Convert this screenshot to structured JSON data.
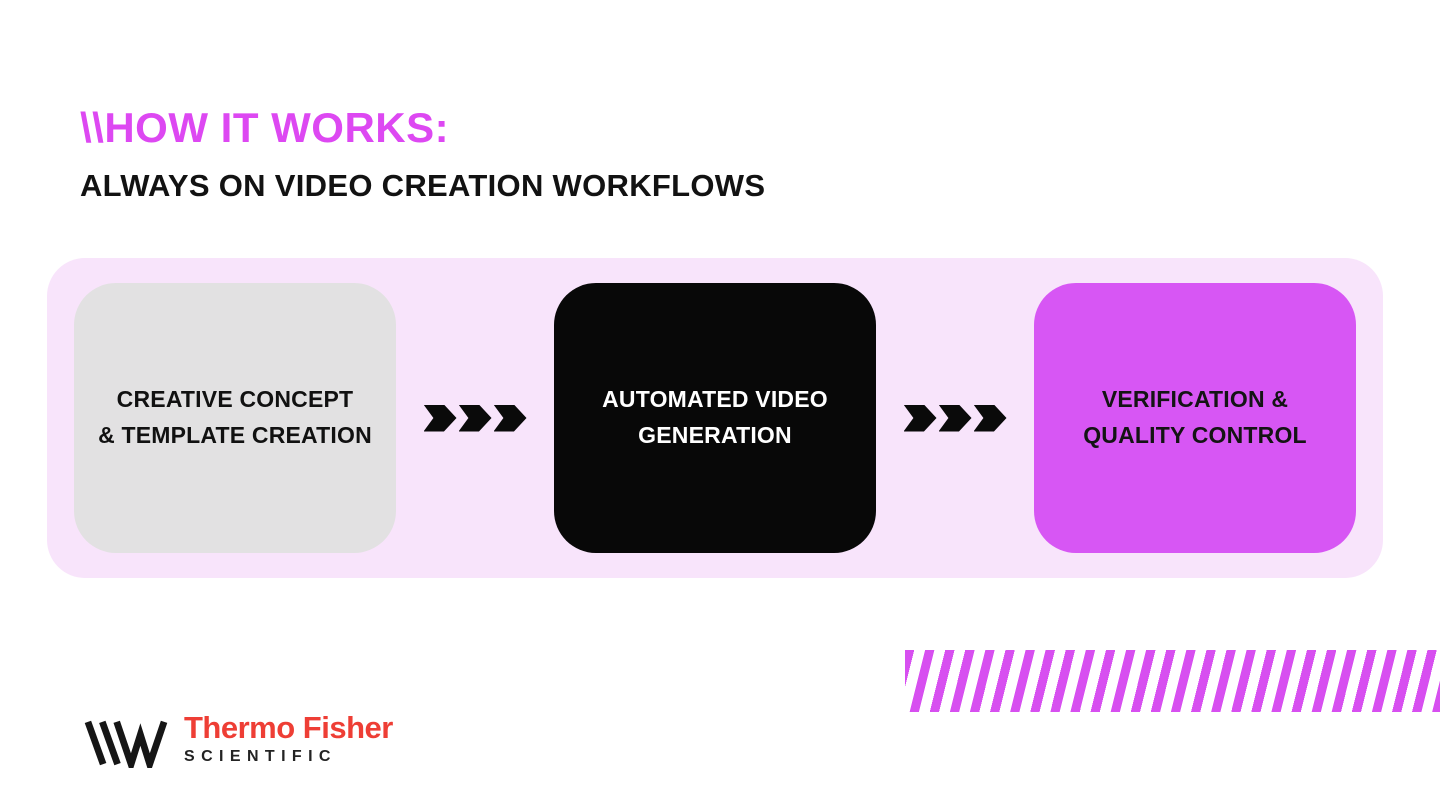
{
  "slide": {
    "title": "\\\\HOW IT WORKS:",
    "title_color": "#DD48F2",
    "subtitle": "ALWAYS ON VIDEO CREATION WORKFLOWS",
    "subtitle_color": "#121212"
  },
  "workflow": {
    "container_color": "#F8E4FB",
    "arrow_color": "#0A0A0A",
    "arrow_icon": "triple-chevron-right",
    "steps": [
      {
        "line1": "CREATIVE CONCEPT",
        "line2": "& TEMPLATE CREATION",
        "bg_color": "#E2E1E2",
        "text_color": "#111111"
      },
      {
        "line1": "AUTOMATED VIDEO",
        "line2": "GENERATION",
        "bg_color": "#080808",
        "text_color": "#FFFFFF"
      },
      {
        "line1": "VERIFICATION &",
        "line2": "QUALITY CONTROL",
        "bg_color": "#D756F4",
        "text_color": "#141414"
      }
    ]
  },
  "footer": {
    "brand_mark_icon": "double-backslash-w-mark",
    "brand_mark_color": "#161616",
    "brand_name": "Thermo Fisher",
    "brand_name_color": "#EE3E35",
    "brand_sub": "SCIENTIFIC",
    "brand_sub_color": "#232323"
  },
  "decorations": {
    "stripes_color": "#D74FF0"
  }
}
